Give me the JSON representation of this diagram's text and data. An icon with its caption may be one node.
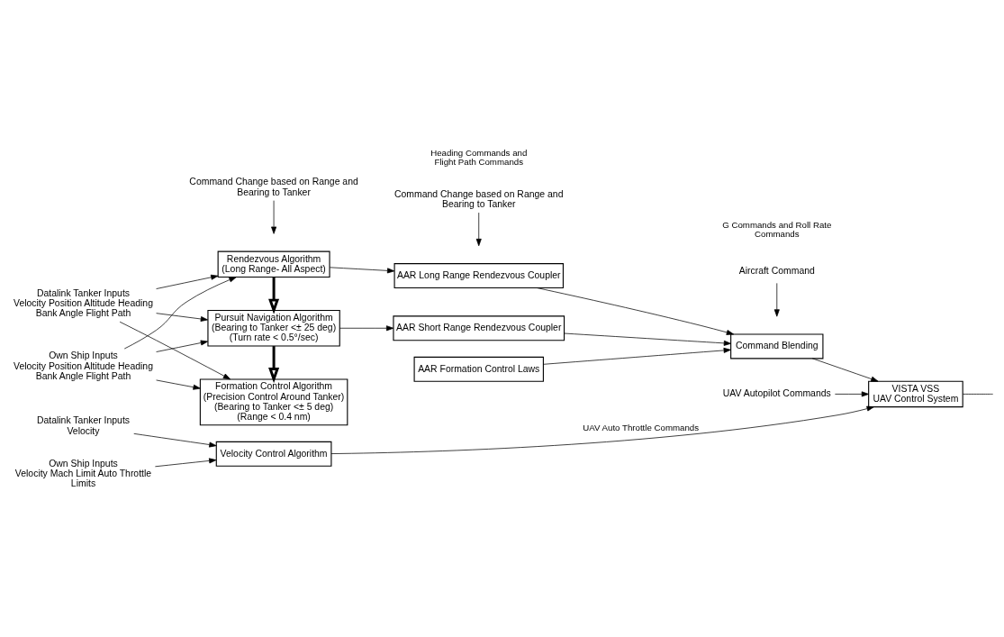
{
  "diagram": {
    "nodes": [
      {
        "text": [
          "Datalink Tanker Inputs",
          "Velocity Position Altitude Heading Bank Angle Flight Path"
        ]
      },
      {
        "text": [
          "Rendezvous Algorithm",
          "(Long Range- All Aspect)"
        ]
      },
      {
        "text": [
          "AAR Long Range Rendezvous Coupler"
        ]
      },
      {
        "text": [
          "Command Change based on Range and Bearing to Tanker"
        ]
      },
      {
        "text": [
          "Pursuit Navigation Algorithm",
          "(Bearing to Tanker <± 25 deg) (Turn rate < 0.5°/sec)"
        ]
      },
      {
        "text": [
          "AAR Short Range Rendezvous Coupler"
        ]
      },
      {
        "text": [
          "Command Blending"
        ]
      },
      {
        "text": [
          "UAV Autopilot Commands"
        ]
      },
      {
        "text": [
          "Aircraft Command"
        ]
      },
      {
        "text": [
          "VISTA VSS",
          "UAV Control System"
        ]
      },
      {
        "text": [
          "Command Change based on Range and Bearing to Tanker"
        ]
      },
      {
        "text": [
          "Own Ship Inputs",
          "Velocity Position Altitude Heading Bank Angle Flight Path"
        ]
      },
      {
        "text": [
          "Formation Control Algorithm",
          "(Precision Control Around Tanker)",
          "(Bearing to Tanker <± 5 deg) (Range < 0.4 nm)"
        ]
      },
      {
        "text": [
          "AAR Formation Control Laws"
        ]
      },
      {
        "text": [
          "Datalink Tanker Inputs",
          "Velocity"
        ]
      },
      {
        "text": [
          "Own Ship Inputs",
          "Velocity Mach Limit Auto Throttle Limits"
        ]
      },
      {
        "text": [
          "Velocity Control Algorithm"
        ]
      }
    ],
    "edges": [
      {
        "from": 0,
        "to": 1,
        "arrow": "to"
      },
      {
        "from": 0,
        "to": 4,
        "arrow": "to"
      },
      {
        "from": 0,
        "to": 12,
        "arrow": "to"
      },
      {
        "from": 11,
        "to": 1,
        "arrow": "to"
      },
      {
        "from": 11,
        "to": 4,
        "arrow": "to"
      },
      {
        "from": 11,
        "to": 12,
        "arrow": "to"
      },
      {
        "from": 1,
        "to": 2,
        "arrow": "to"
      },
      {
        "from": 1,
        "to": 4,
        "arrow": "to",
        "style": "thick"
      },
      {
        "from": 3,
        "to": null,
        "arrow": "to"
      },
      {
        "from": 4,
        "to": 5,
        "arrow": "to"
      },
      {
        "from": 4,
        "to": 12,
        "arrow": "to",
        "style": "thick"
      },
      {
        "from": 10,
        "to": null,
        "arrow": "to"
      },
      {
        "from": 2,
        "to": 6,
        "arrow": "to"
      },
      {
        "from": 5,
        "to": 6,
        "arrow": "to"
      },
      {
        "from": 13,
        "to": 6,
        "arrow": "to"
      },
      {
        "from": 6,
        "to": 9,
        "arrow": "to"
      },
      {
        "from": 7,
        "to": 9,
        "arrow": "to"
      },
      {
        "from": 8,
        "to": null,
        "arrow": "to"
      },
      {
        "from": 9,
        "to": null,
        "arrow": "none"
      },
      {
        "from": 14,
        "to": 16,
        "arrow": "to"
      },
      {
        "from": 15,
        "to": 16,
        "arrow": "to"
      },
      {
        "from": 16,
        "to": 9,
        "arrow": "to",
        "label": "UAV Auto Throttle Commands"
      }
    ],
    "labels": [
      "Heading Commands and Flight Path Commands",
      "G Commands and Roll Rate Commands"
    ]
  }
}
